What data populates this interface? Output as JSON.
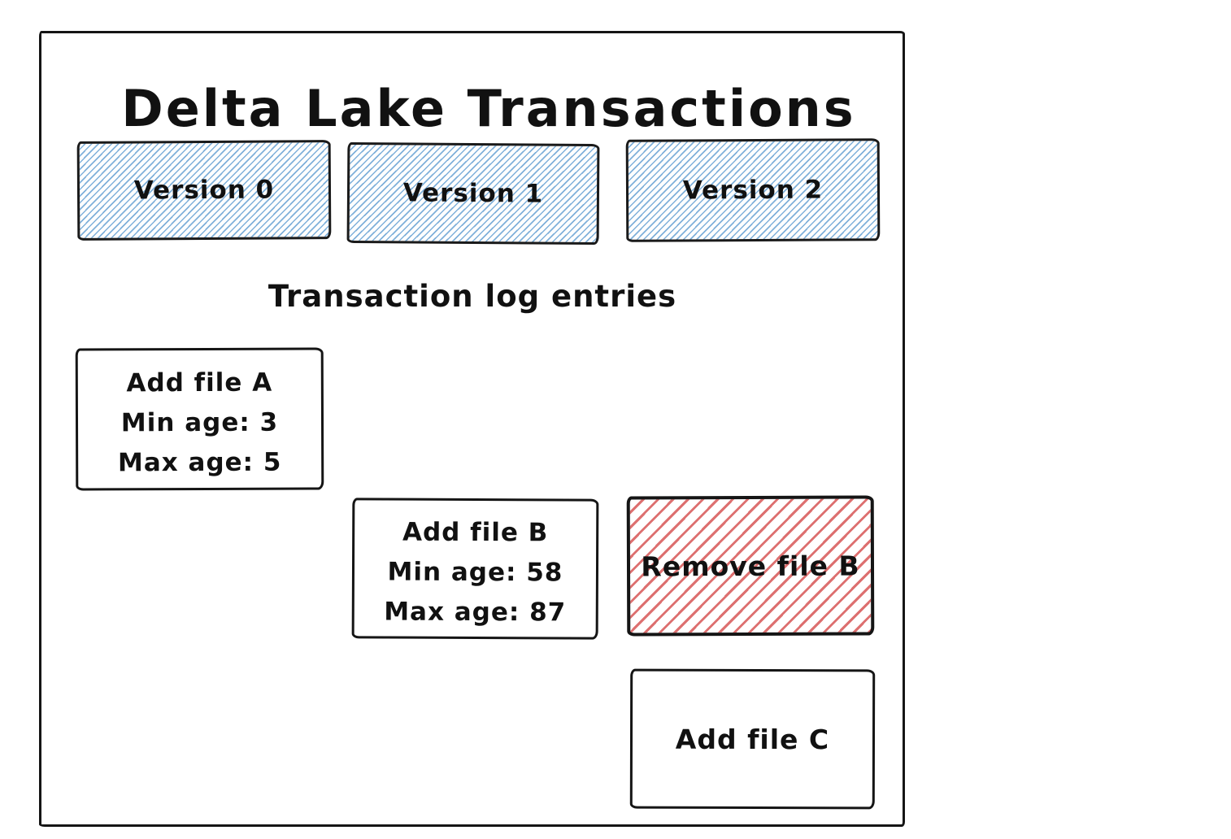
{
  "diagram": {
    "title": "Delta Lake Transactions",
    "caption": "Transaction log entries",
    "versions": [
      {
        "label": "Version 0"
      },
      {
        "label": "Version 1"
      },
      {
        "label": "Version 2"
      }
    ],
    "entries": {
      "add_file_a": {
        "lines": [
          "Add file A",
          "Min age: 3",
          "Max age: 5"
        ]
      },
      "add_file_b": {
        "lines": [
          "Add file B",
          "Min age: 58",
          "Max age: 87"
        ]
      },
      "remove_file_b": {
        "label": "Remove file B"
      },
      "add_file_c": {
        "label": "Add file C"
      }
    },
    "colors": {
      "version_hatch_blue": "#7fb0da",
      "remove_hatch_red": "#dd7070",
      "stroke_black": "#151515",
      "background": "#ffffff"
    }
  }
}
